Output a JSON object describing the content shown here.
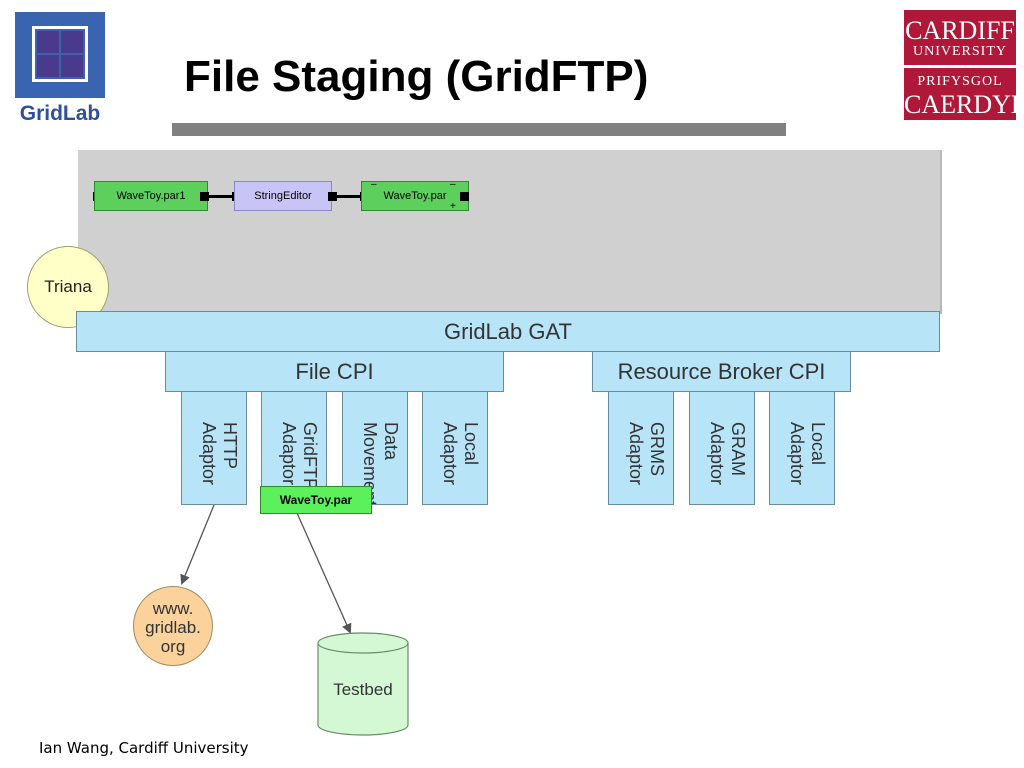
{
  "slide": {
    "title": "File Staging (GridFTP)",
    "footer": "Ian Wang, Cardiff University"
  },
  "logos": {
    "gridlab": "GridLab",
    "cardiff_line1": "CARDIFF",
    "cardiff_line2": "UNIVERSITY",
    "cardiff_line3": "PRIFYSGOL",
    "cardiff_line4": "CAERDYD"
  },
  "triana": {
    "label": "Triana",
    "units": [
      "WaveToy.par1",
      "StringEditor",
      "WaveToy.par"
    ],
    "unit_marks": [
      "–",
      "–",
      "+"
    ]
  },
  "gat": {
    "label": "GridLab GAT",
    "file_cpi": "File CPI",
    "resource_broker_cpi": "Resource Broker CPI"
  },
  "file_adaptors": [
    "HTTP\nAdaptor",
    "GridFTP\nAdaptor",
    "Data\nMovement",
    "Local\nAdaptor"
  ],
  "broker_adaptors": [
    "GRMS\nAdaptor",
    "GRAM\nAdaptor",
    "Local\nAdaptor"
  ],
  "transfer_file": "WaveToy.par",
  "endpoints": {
    "web": "www.\ngridlab.\norg",
    "testbed": "Testbed"
  },
  "colors": {
    "gat_blue": "#b8e4f8",
    "unit_green": "#5ccf5c",
    "triana_yellow": "#ffffc8",
    "web_orange": "#fcd29c",
    "testbed_green": "#d4f8d4",
    "cardiff_red": "#b0183a"
  }
}
